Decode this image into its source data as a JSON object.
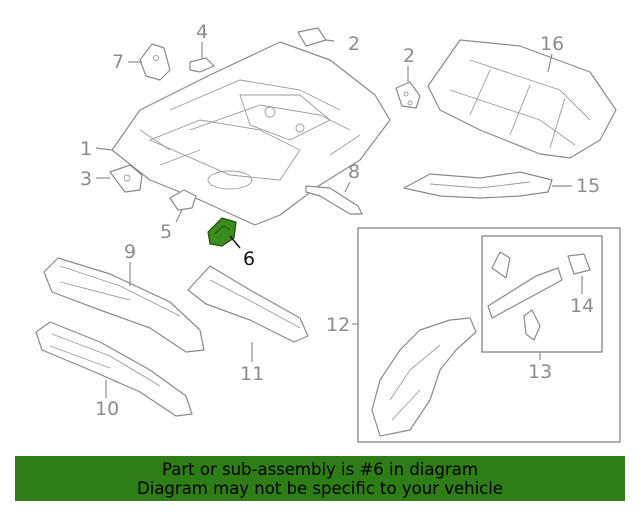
{
  "callouts": {
    "c1": "1",
    "c2a": "2",
    "c2b": "2",
    "c3": "3",
    "c4": "4",
    "c5": "5",
    "c6": "6",
    "c7": "7",
    "c8": "8",
    "c9": "9",
    "c10": "10",
    "c11": "11",
    "c12": "12",
    "c13": "13",
    "c14": "14",
    "c15": "15",
    "c16": "16"
  },
  "highlight": {
    "part": "6",
    "color": "#3a8c1e"
  },
  "banner": {
    "line1": "Part or sub-assembly is #6 in diagram",
    "line2": "Diagram may not be specific to your vehicle",
    "color": "#2e7d16"
  }
}
